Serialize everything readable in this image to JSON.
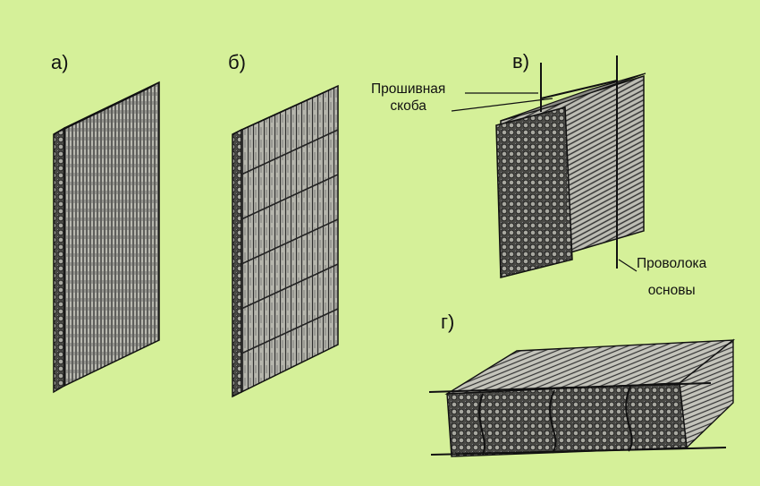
{
  "background_color": "#d5f099",
  "ink_color": "#2b2b2b",
  "figures": {
    "a": {
      "letter": "а)"
    },
    "b": {
      "letter": "б)"
    },
    "v": {
      "letter": "в)",
      "callout_stitch_line1": "Прошивная",
      "callout_stitch_line2": "скоба",
      "callout_wire_line1": "Проволока",
      "callout_wire_line2": "основы"
    },
    "g": {
      "letter": "г)"
    }
  }
}
